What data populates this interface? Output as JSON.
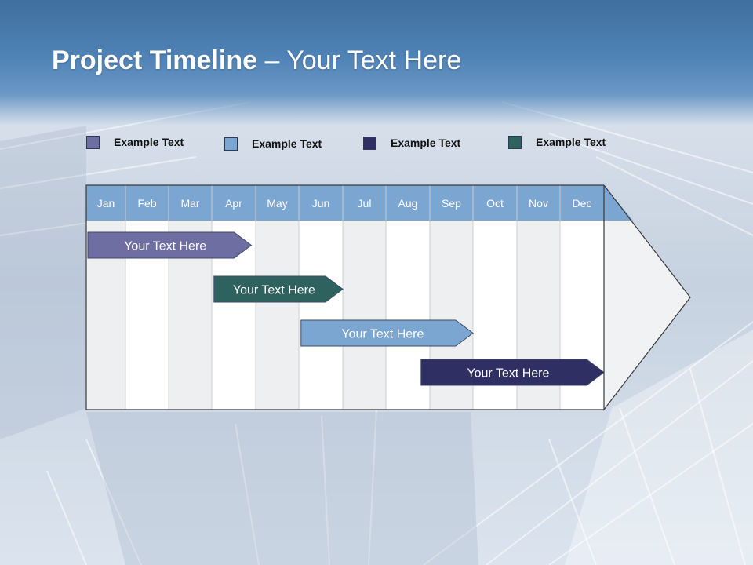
{
  "header": {
    "title_bold": "Project Timeline",
    "title_rest": " – Your Text Here"
  },
  "legend": [
    {
      "label": "Example Text",
      "color": "#6f6ea3"
    },
    {
      "label": "Example Text",
      "color": "#7ca6d2"
    },
    {
      "label": "Example Text",
      "color": "#2f2f63"
    },
    {
      "label": "Example Text",
      "color": "#2e625e"
    }
  ],
  "timeline": {
    "months": [
      "Jan",
      "Feb",
      "Mar",
      "Apr",
      "May",
      "Jun",
      "Jul",
      "Aug",
      "Sep",
      "Oct",
      "Nov",
      "Dec"
    ],
    "header_color": "#7ca6d2",
    "tasks": [
      {
        "label": "Your  Text Here",
        "start_month": 0,
        "end_month": 3.9,
        "color": "#6f6ea3"
      },
      {
        "label": "Your  Text Here",
        "start_month": 3.05,
        "end_month": 6.0,
        "color": "#2e625e"
      },
      {
        "label": "Your  Text Here",
        "start_month": 5.05,
        "end_month": 9.0,
        "color": "#7ca6d2"
      },
      {
        "label": "Your  Text Here",
        "start_month": 7.8,
        "end_month": 12.0,
        "color": "#2f2f63"
      }
    ]
  }
}
